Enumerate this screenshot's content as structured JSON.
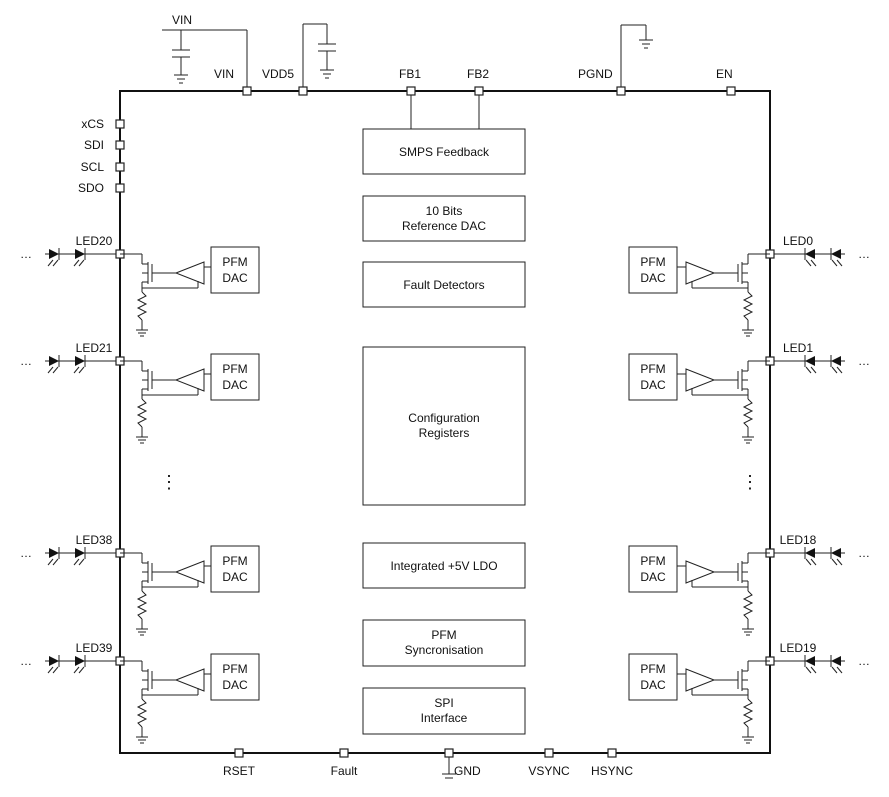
{
  "supply": {
    "vin_label": "VIN"
  },
  "top_pins": [
    {
      "key": "vin",
      "label": "VIN"
    },
    {
      "key": "vdd5",
      "label": "VDD5"
    },
    {
      "key": "fb1",
      "label": "FB1"
    },
    {
      "key": "fb2",
      "label": "FB2"
    },
    {
      "key": "pgnd",
      "label": "PGND"
    },
    {
      "key": "en",
      "label": "EN"
    }
  ],
  "left_pins": [
    "xCS",
    "SDI",
    "SCL",
    "SDO"
  ],
  "bottom_pins": [
    "RSET",
    "Fault",
    "GND",
    "VSYNC",
    "HSYNC"
  ],
  "blocks": [
    {
      "key": "smps",
      "lines": [
        "SMPS Feedback"
      ]
    },
    {
      "key": "dac",
      "lines": [
        "10 Bits",
        "Reference DAC"
      ]
    },
    {
      "key": "fault",
      "lines": [
        "Fault Detectors"
      ]
    },
    {
      "key": "config",
      "lines": [
        "Configuration",
        "Registers"
      ]
    },
    {
      "key": "ldo",
      "lines": [
        "Integrated +5V LDO"
      ]
    },
    {
      "key": "pfmsync",
      "lines": [
        "PFM",
        "Syncronisation"
      ]
    },
    {
      "key": "spi",
      "lines": [
        "SPI",
        "Interface"
      ]
    }
  ],
  "led_channels_left": [
    "LED20",
    "LED21",
    "LED38",
    "LED39"
  ],
  "led_channels_right": [
    "LED0",
    "LED1",
    "LED18",
    "LED19"
  ],
  "pfm_dac_lines": [
    "PFM",
    "DAC"
  ],
  "ellipsis": "…",
  "vdots": "⋮"
}
